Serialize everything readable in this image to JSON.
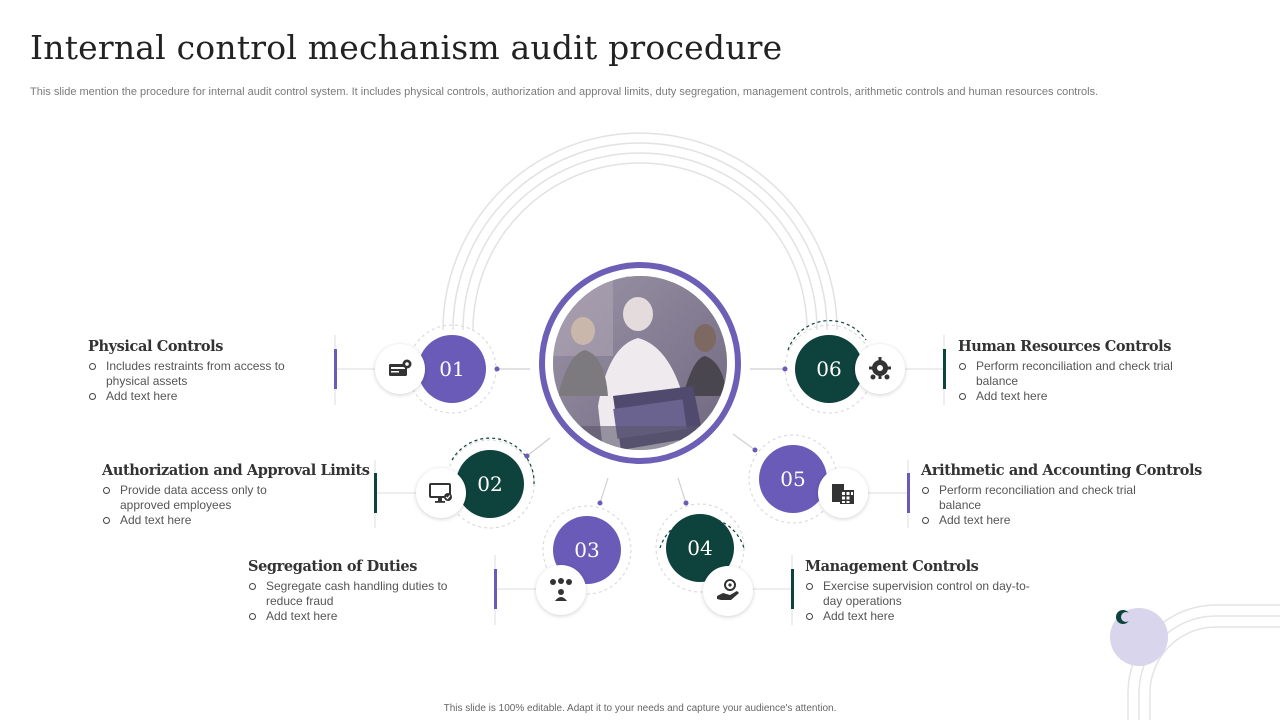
{
  "title": "Internal control mechanism audit procedure",
  "subtitle": "This slide mention the procedure for internal audit control system. It includes physical controls, authorization and approval limits, duty segregation, management controls, arithmetic controls and human resources controls.",
  "footer": "This slide is 100% editable. Adapt it to your needs and capture your audience's attention.",
  "colors": {
    "purple": "#6b5bb8",
    "green": "#0e423c",
    "ring": "#6c5fb5"
  },
  "items": [
    {
      "number": "01",
      "heading": "Physical Controls",
      "bullets": [
        "Includes restraints from access to physical assets",
        "Add text here"
      ],
      "icon": "card-gear-icon"
    },
    {
      "number": "02",
      "heading": "Authorization and Approval Limits",
      "bullets": [
        "Provide data access only to approved employees",
        "Add text here"
      ],
      "icon": "monitor-check-icon"
    },
    {
      "number": "03",
      "heading": "Segregation of Duties",
      "bullets": [
        "Segregate cash handling duties to reduce fraud",
        "Add text here"
      ],
      "icon": "people-gears-icon"
    },
    {
      "number": "04",
      "heading": "Management Controls",
      "bullets": [
        "Exercise supervision control on day-to-day operations",
        "Add text here"
      ],
      "icon": "hand-gear-icon"
    },
    {
      "number": "05",
      "heading": "Arithmetic and Accounting Controls",
      "bullets": [
        "Perform reconciliation and check trial balance",
        "Add text here"
      ],
      "icon": "calculator-icon"
    },
    {
      "number": "06",
      "heading": "Human Resources Controls",
      "bullets": [
        "Perform reconciliation and check trial balance",
        "Add text here"
      ],
      "icon": "team-gear-icon"
    }
  ]
}
